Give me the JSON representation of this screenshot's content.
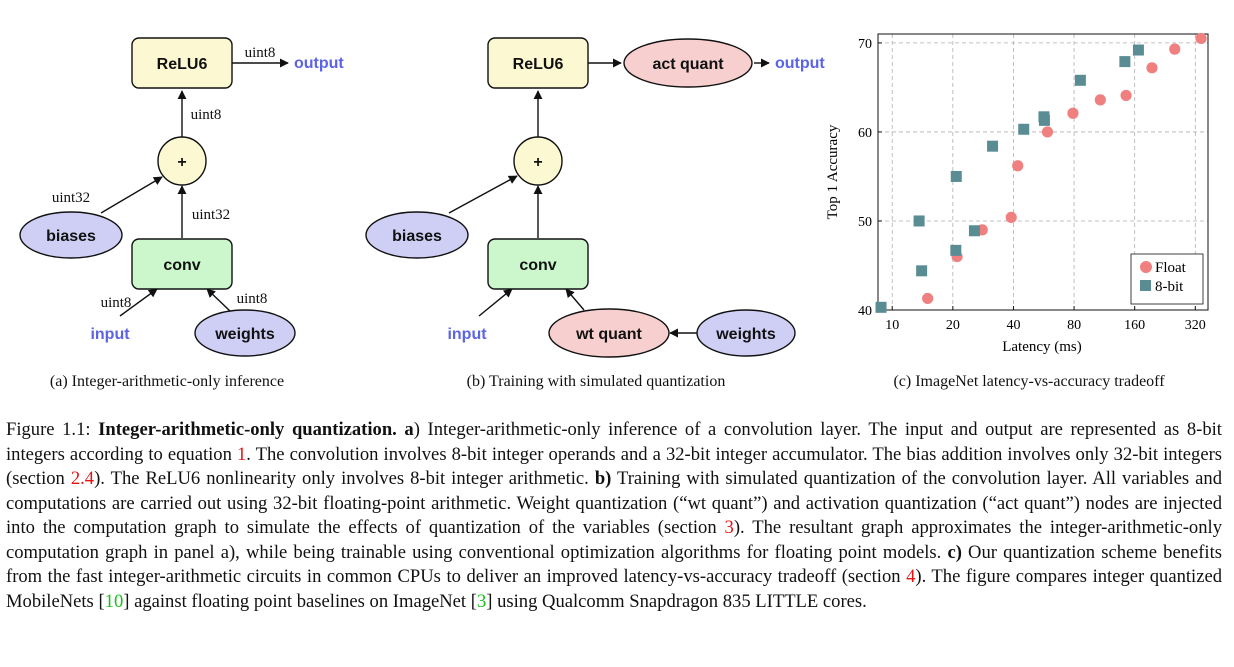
{
  "panel_a": {
    "nodes": {
      "relu": "ReLU6",
      "add": "+",
      "conv": "conv",
      "biases": "biases",
      "weights": "weights",
      "input": "input",
      "output": "output"
    },
    "edge_labels": {
      "relu_out": "uint8",
      "add_relu": "uint8",
      "bias_add": "uint32",
      "conv_add": "uint32",
      "input_conv": "uint8",
      "weights_conv": "uint8"
    },
    "subcaption": "(a) Integer-arithmetic-only inference"
  },
  "panel_b": {
    "nodes": {
      "relu": "ReLU6",
      "act_quant": "act quant",
      "output": "output",
      "add": "+",
      "biases": "biases",
      "conv": "conv",
      "input": "input",
      "wt_quant": "wt quant",
      "weights": "weights"
    },
    "subcaption": "(b) Training with simulated quantization"
  },
  "panel_c": {
    "subcaption": "(c) ImageNet latency-vs-accuracy tradeoff"
  },
  "colors": {
    "yellow_node": "#fcf8d2",
    "green_node": "#ccf7cc",
    "purple_node": "#cfcff5",
    "pink_node": "#f7cfcf",
    "blue_text": "#5b64e6",
    "float_marker": "#f08080",
    "int8_marker": "#5a8c94",
    "ref_red": "#e31414",
    "ref_green": "#18c018"
  },
  "chart_data": {
    "type": "scatter",
    "xlabel": "Latency (ms)",
    "ylabel": "Top 1 Accuracy",
    "xscale": "log2",
    "xlim": [
      8.5,
      370
    ],
    "ylim": [
      40,
      71
    ],
    "xticks": [
      "10",
      "20",
      "40",
      "80",
      "160",
      "320"
    ],
    "xtick_values": [
      10,
      20,
      40,
      80,
      160,
      320
    ],
    "yticks": [
      "40",
      "50",
      "60",
      "70"
    ],
    "ytick_values": [
      40,
      50,
      60,
      70
    ],
    "grid": true,
    "legend_position": "bottom-right",
    "series": [
      {
        "name": "Float",
        "marker": "circle",
        "color": "#f08080",
        "points": [
          [
            15,
            41.3
          ],
          [
            21,
            46
          ],
          [
            28,
            49
          ],
          [
            39,
            50.4
          ],
          [
            42,
            56.2
          ],
          [
            59,
            60
          ],
          [
            79,
            62.1
          ],
          [
            108,
            63.6
          ],
          [
            145,
            64.1
          ],
          [
            195,
            67.2
          ],
          [
            253,
            69.3
          ],
          [
            342,
            70.5
          ]
        ]
      },
      {
        "name": "8-bit",
        "marker": "square",
        "color": "#5a8c94",
        "points": [
          [
            8.8,
            40.3
          ],
          [
            13.6,
            50
          ],
          [
            14,
            44.4
          ],
          [
            20.8,
            55
          ],
          [
            20.7,
            46.7
          ],
          [
            25.6,
            48.9
          ],
          [
            31.5,
            58.4
          ],
          [
            45,
            60.3
          ],
          [
            56.7,
            61.7
          ],
          [
            57,
            61.3
          ],
          [
            86,
            65.8
          ],
          [
            143,
            67.9
          ],
          [
            167,
            69.2
          ]
        ]
      }
    ]
  },
  "caption": {
    "s01": "Figure 1.1: ",
    "s02": "Integer-arithmetic-only quantization.",
    "s03": " ",
    "s04": "a",
    "s05": ") Integer-arithmetic-only inference of a convolution layer. The input and output are represented as 8-bit integers according to equation ",
    "s06": "1",
    "s07": ". The convolution involves 8-bit integer operands and a 32-bit integer accumulator. The bias addition involves only 32-bit integers (section ",
    "s08": "2.4",
    "s09": "). The ReLU6 nonlinearity only involves 8-bit integer arithmetic. ",
    "s10": "b)",
    "s11": " Training with simulated quantization of the convolution layer. All variables and computations are carried out using 32-bit floating-point arithmetic. Weight quantization (“wt quant”) and activation quantization (“act quant”) nodes are injected into the computation graph to simulate the effects of quantization of the variables (section ",
    "s12": "3",
    "s13": "). The resultant graph approximates the integer-arithmetic-only computation graph in panel a), while being trainable using conventional optimization algorithms for floating point models. ",
    "s14": "c)",
    "s15": " Our quantization scheme benefits from the fast integer-arithmetic circuits in common CPUs to deliver an improved latency-vs-accuracy tradeoff (section ",
    "s16": "4",
    "s17": "). The figure compares integer quantized MobileNets [",
    "s18": "10",
    "s19": "] against floating point baselines on ImageNet [",
    "s20": "3",
    "s21": "] using Qualcomm Snapdragon 835 LITTLE cores."
  }
}
